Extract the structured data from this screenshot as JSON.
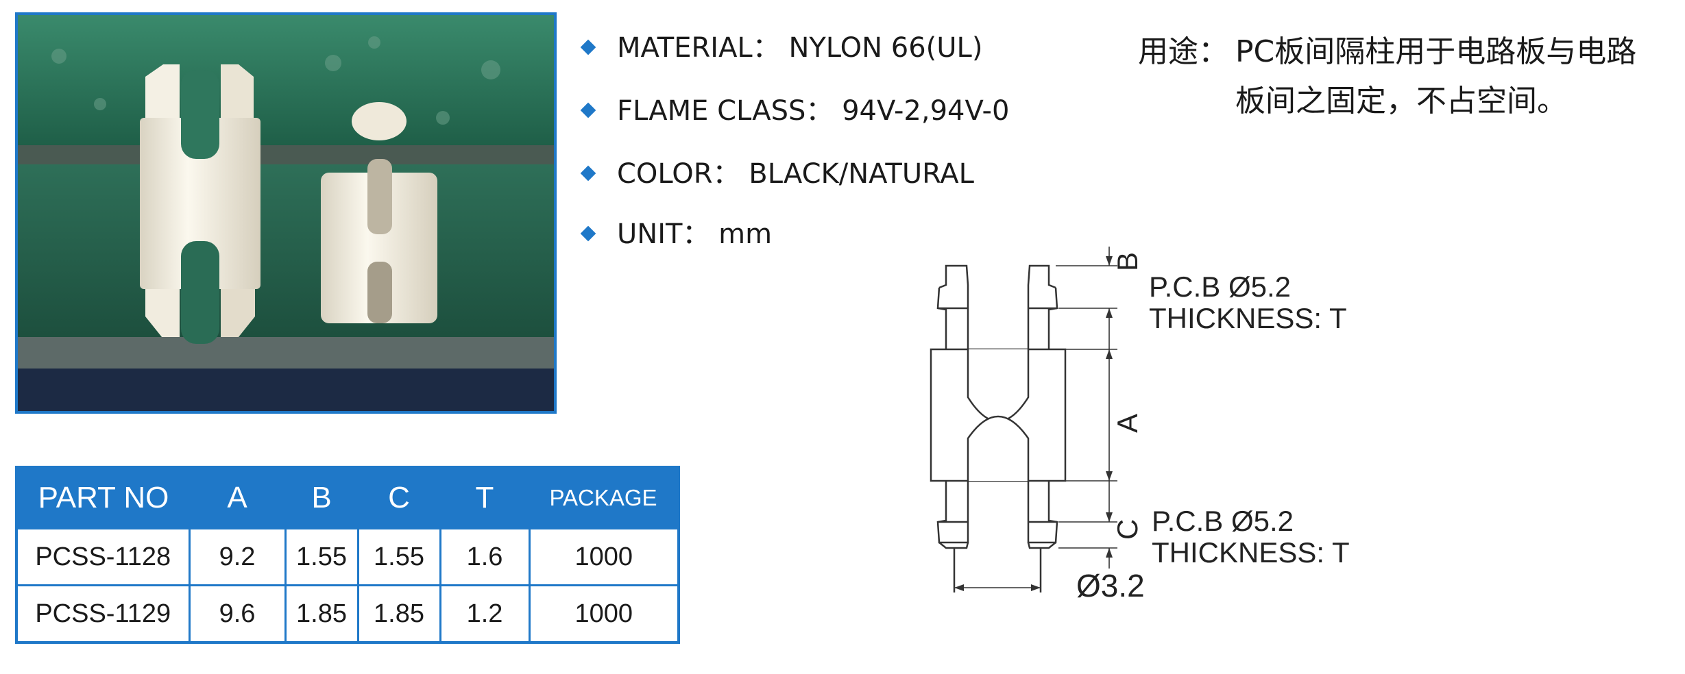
{
  "specs": [
    {
      "label": "MATERIAL：",
      "value": "NYLON 66(UL)"
    },
    {
      "label": "FLAME CLASS：",
      "value": "94V-2,94V-0"
    },
    {
      "label": "COLOR：",
      "value": "BLACK/NATURAL"
    },
    {
      "label": "UNIT：",
      "value": "mm"
    }
  ],
  "usage": {
    "label": "用途：",
    "line1": "PC板间隔柱用于电路板与电路",
    "line2": "板间之固定，不占空间。"
  },
  "table": {
    "headers": [
      "PART NO",
      "A",
      "B",
      "C",
      "T",
      "PACKAGE"
    ],
    "rows": [
      [
        "PCSS-1128",
        "9.2",
        "1.55",
        "1.55",
        "1.6",
        "1000"
      ],
      [
        "PCSS-1129",
        "9.6",
        "1.85",
        "1.85",
        "1.2",
        "1000"
      ]
    ]
  },
  "drawing": {
    "pcb_top_line1": "P.C.B  Ø5.2",
    "pcb_top_line2": "THICKNESS: T",
    "pcb_bottom_line1": "P.C.B  Ø5.2",
    "pcb_bottom_line2": "THICKNESS: T",
    "dim_a": "A",
    "dim_b": "B",
    "dim_c": "C",
    "dim_diameter": "Ø3.2"
  },
  "colors": {
    "accent": "#1f78c8",
    "pcb_green": "#2d7a5e",
    "nylon_white": "#f3efe2"
  }
}
